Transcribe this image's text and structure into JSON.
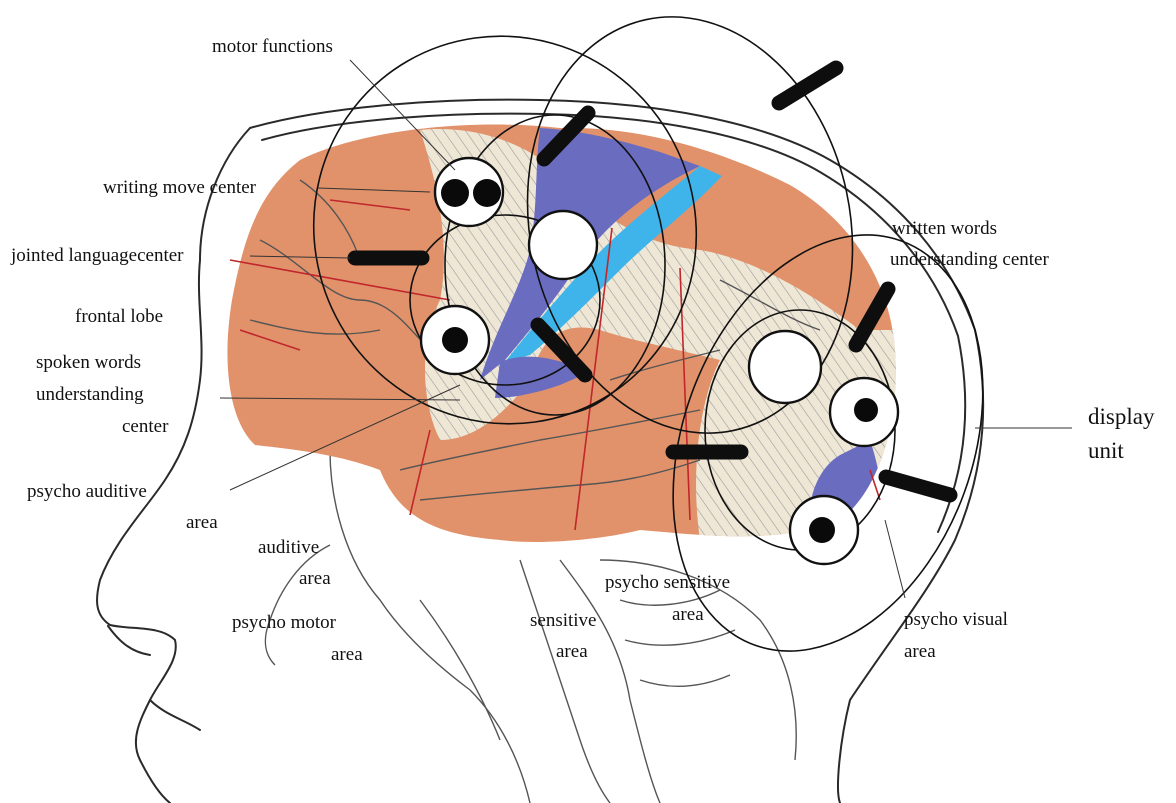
{
  "colors": {
    "lobe": "#e1926a",
    "hatch_bg": "#efe7d6",
    "motor_strip": "#6a6cc0",
    "sensory_strip": "#3fb4ea",
    "arrow_red": "#c0262c",
    "ink": "#111111"
  },
  "labels": {
    "motor_functions": "motor functions",
    "writing_move_center": "writing move center",
    "jointed_language_center": "jointed languagecenter",
    "frontal_lobe": "frontal lobe",
    "spoken_words_1": "spoken words",
    "spoken_words_2": "understanding",
    "spoken_words_3": "center",
    "psycho_auditive_1": "psycho auditive",
    "psycho_auditive_2": "area",
    "auditive_1": "auditive",
    "auditive_2": "area",
    "psycho_motor_1": "psycho motor",
    "psycho_motor_2": "area",
    "sensitive_1": "sensitive",
    "sensitive_2": "area",
    "psycho_sensitive_1": "psycho sensitive",
    "psycho_sensitive_2": "area",
    "psycho_visual_1": "psycho visual",
    "psycho_visual_2": "area",
    "written_words_1": "written words",
    "written_words_2": "understanding center",
    "display_unit_1": "display",
    "display_unit_2": "unit"
  }
}
